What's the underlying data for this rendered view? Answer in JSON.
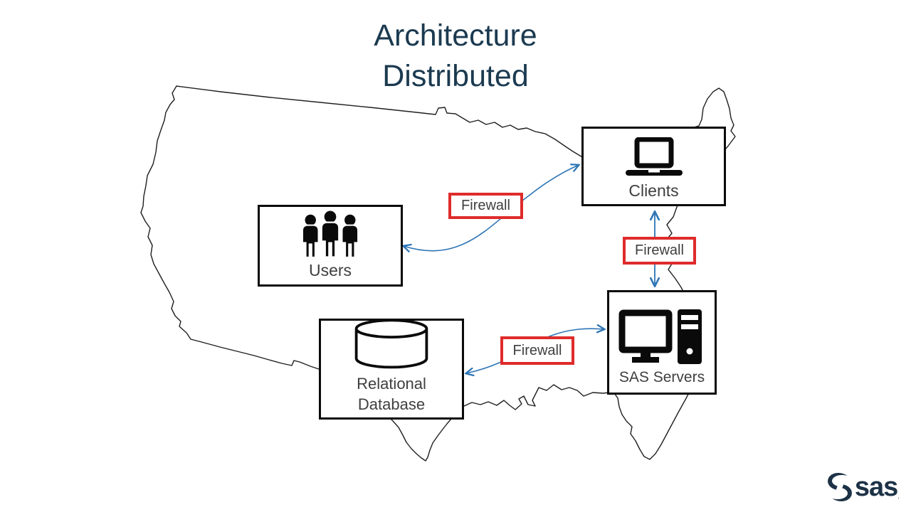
{
  "slide": {
    "title_line1": "Architecture",
    "title_line2": "Distributed",
    "background_map": "United States outline"
  },
  "nodes": {
    "users": {
      "label": "Users",
      "icon": "people-icon"
    },
    "clients": {
      "label": "Clients",
      "icon": "laptop-icon"
    },
    "sas_servers": {
      "label": "SAS Servers",
      "icon": "desktop-computer-icon"
    },
    "database": {
      "label_line1": "Relational",
      "label_line2": "Database",
      "icon": "database-cylinder-icon"
    }
  },
  "connections": [
    {
      "from": "Users",
      "to": "Clients",
      "label": "Firewall",
      "style": "curved",
      "bidirectional": true
    },
    {
      "from": "Clients",
      "to": "SAS Servers",
      "label": "Firewall",
      "style": "straight",
      "bidirectional": true
    },
    {
      "from": "Relational Database",
      "to": "SAS Servers",
      "label": "Firewall",
      "style": "curved",
      "bidirectional": true
    }
  ],
  "logo": {
    "text": "sas",
    "trademark": "."
  },
  "colors": {
    "title": "#1B3A50",
    "arrow": "#2E75B6",
    "firewall_border": "#DF2B2B",
    "box_border": "#0A0A0A",
    "label_text": "#3F3F3F",
    "map_outline": "#1F1F1F",
    "logo": "#1D3246"
  }
}
